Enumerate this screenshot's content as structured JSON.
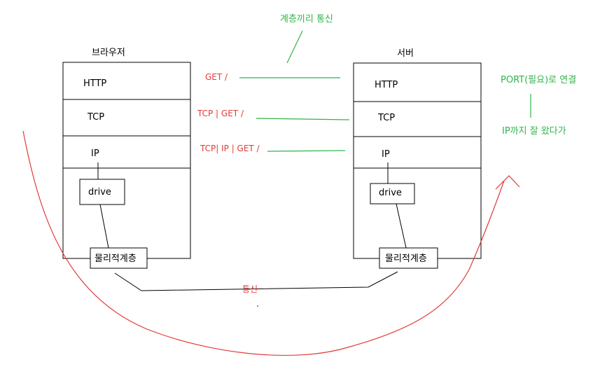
{
  "annotations": {
    "layer_comm": "계층끼리 통신",
    "port": "PORT(필요)로 연결",
    "ip_arrived": "IP까지 잘 왔다가",
    "bottom_comm": "통신"
  },
  "browser": {
    "title": "브라우저",
    "layers": [
      "HTTP",
      "TCP",
      "IP"
    ],
    "drive": "drive",
    "physical": "물리적계층"
  },
  "server": {
    "title": "서버",
    "layers": [
      "HTTP",
      "TCP",
      "IP"
    ],
    "drive": "drive",
    "physical": "물리적계층"
  },
  "messages": [
    "GET /",
    "TCP | GET /",
    "TCP| IP | GET /"
  ],
  "colors": {
    "red": "#e23a3a",
    "green": "#2fb54a",
    "black": "#000000"
  }
}
